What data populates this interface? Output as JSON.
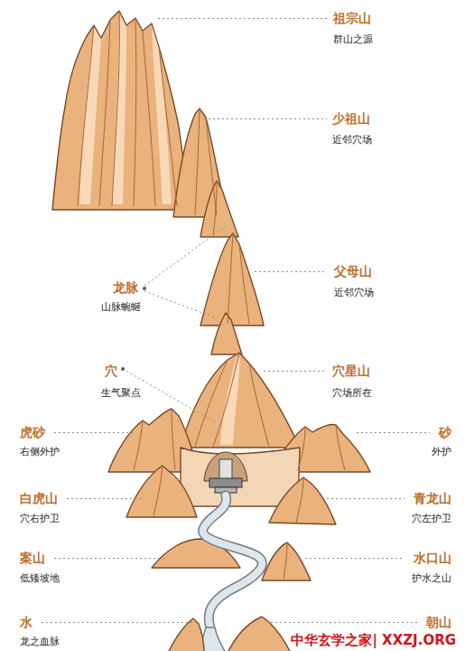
{
  "diagram": {
    "labels": [
      "祖宗山",
      "群山之源",
      "少祖山",
      "近邻穴场",
      "父母山",
      "近邻穴场",
      "龙脉",
      "山脉蜿蜒",
      "穴",
      "生气聚点",
      "穴星山",
      "穴场所在",
      "虎砂",
      "右侧外护",
      "砂",
      "外护",
      "白虎山",
      "穴右护卫",
      "青龙山",
      "穴左护卫",
      "案山",
      "低矮坡地",
      "水口山",
      "护水之山",
      "水",
      "龙之血脉",
      "朝山",
      "中华玄学之家| XXZJ.ORG"
    ]
  }
}
